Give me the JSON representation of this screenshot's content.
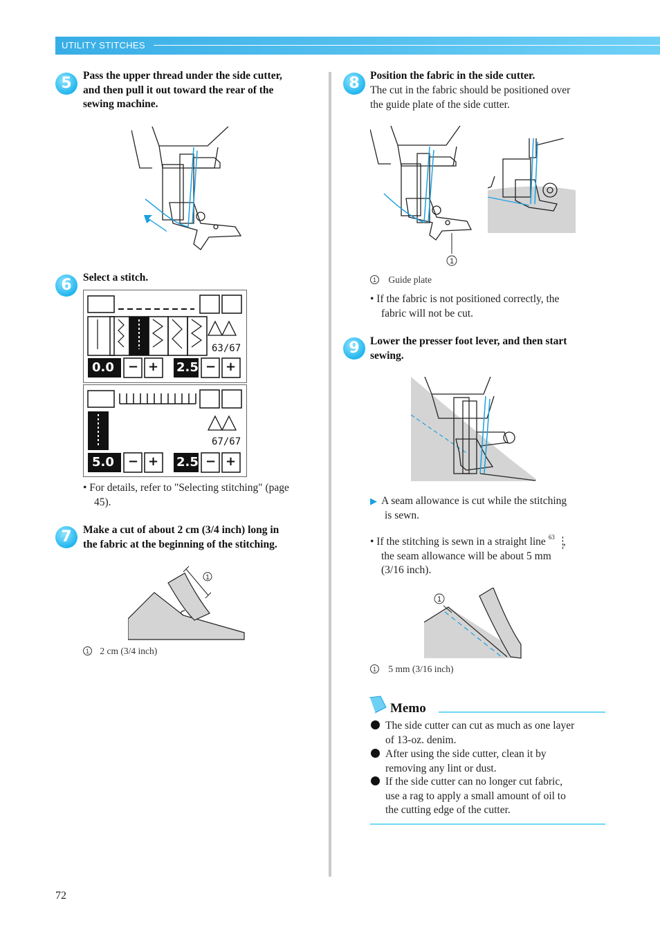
{
  "header": {
    "section": "UTILITY STITCHES"
  },
  "page_number": "72",
  "steps": {
    "s5": {
      "num": "5",
      "title_l1": "Pass the upper thread under the side cutter,",
      "title_l2": "and then pull it out toward the rear of the",
      "title_l3": "sewing machine."
    },
    "s6": {
      "num": "6",
      "title": "Select a stitch.",
      "bullet_l1": "• For details, refer to \"Selecting stitching\" (page",
      "bullet_l2": "45)."
    },
    "s7": {
      "num": "7",
      "title_l1": "Make a cut of about 2 cm (3/4 inch) long in",
      "title_l2": "the fabric at the beginning of the stitching.",
      "callout": "1",
      "caption_num": "1",
      "caption": "2 cm (3/4 inch)"
    },
    "s8": {
      "num": "8",
      "title": "Position the fabric in the side cutter.",
      "body_l1": "The cut in the fabric should be positioned over",
      "body_l2": "the guide plate of the side cutter.",
      "callout": "1",
      "caption_num": "1",
      "caption": "Guide plate",
      "bullet_l1": "• If the fabric is not positioned correctly, the",
      "bullet_l2": "fabric will not be cut."
    },
    "s9": {
      "num": "9",
      "title_l1": "Lower the presser foot lever, and then start",
      "title_l2": "sewing.",
      "result_l1": "A seam allowance is cut while the stitching",
      "result_l2": "is sewn.",
      "bullet_l1": "• If the stitching is sewn in a straight line",
      "bullet_sup": "63",
      "bullet_l2": "the seam allowance will be about 5 mm",
      "bullet_l3": "(3/16 inch).",
      "callout": "1",
      "caption_num": "1",
      "caption": "5 mm (3/16 inch)"
    }
  },
  "lcd1": {
    "width_val": "0.0",
    "length_val": "2.5",
    "counter": "63/67",
    "minus": "−",
    "plus": "+"
  },
  "lcd2": {
    "width_val": "5.0",
    "length_val": "2.5",
    "counter": "67/67",
    "minus": "−",
    "plus": "+"
  },
  "memo": {
    "title": "Memo",
    "items": [
      {
        "l1": "The side cutter can cut as much as one layer",
        "l2": "of 13-oz. denim."
      },
      {
        "l1": "After using the side cutter, clean it by",
        "l2": "removing any lint or dust."
      },
      {
        "l1": "If the side cutter can no longer cut fabric,",
        "l2": "use a rag to apply a small amount of oil to",
        "l3": "the cutting edge of the cutter."
      }
    ]
  },
  "colors": {
    "accent": "#38aee6",
    "thread": "#1aa0e0",
    "fabric": "#d4d4d4"
  }
}
